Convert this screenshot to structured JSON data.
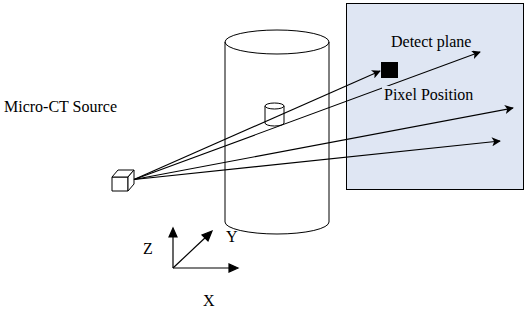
{
  "diagram": {
    "nodes": [
      {
        "text": [
          "Micro-CT Source"
        ]
      },
      {
        "text": [
          "Detect plane",
          "Pixel Position"
        ]
      }
    ],
    "edges": [
      {
        "from": 0,
        "to": 1,
        "arrow": "to"
      },
      {
        "from": 0,
        "to": 1,
        "arrow": "to"
      },
      {
        "from": 0,
        "to": 1,
        "arrow": "to"
      },
      {
        "from": 0,
        "to": 1,
        "arrow": "to"
      }
    ],
    "labels": [
      "Z",
      "Y",
      "X"
    ]
  }
}
